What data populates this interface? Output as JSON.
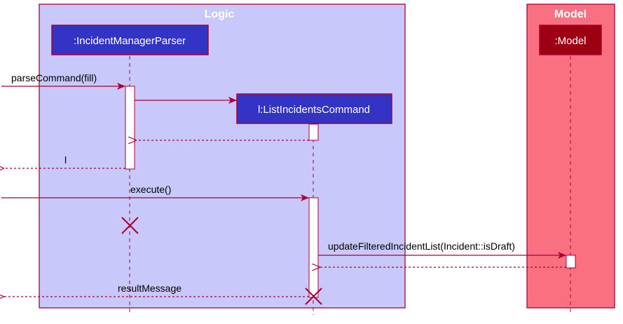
{
  "diagram": {
    "type": "sequence",
    "boxes": {
      "logic": {
        "title": "Logic"
      },
      "model": {
        "title": "Model"
      }
    },
    "participants": {
      "parser": {
        "label": ":IncidentManagerParser"
      },
      "command": {
        "label": "l:ListIncidentsCommand"
      },
      "model": {
        "label": ":Model"
      }
    },
    "messages": {
      "parse_command": "parseCommand(fill)",
      "return_l": "l",
      "execute": "execute()",
      "update_filtered": "updateFilteredIncidentList(Incident::isDraft)",
      "result_message": "resultMessage"
    }
  },
  "colors": {
    "logic_box": "#C8C8FA",
    "model_box": "#F97181",
    "participant_blue": "#3333C4",
    "participant_red": "#9D0012",
    "border": "#A80036",
    "activation": "#FFFFFF"
  }
}
